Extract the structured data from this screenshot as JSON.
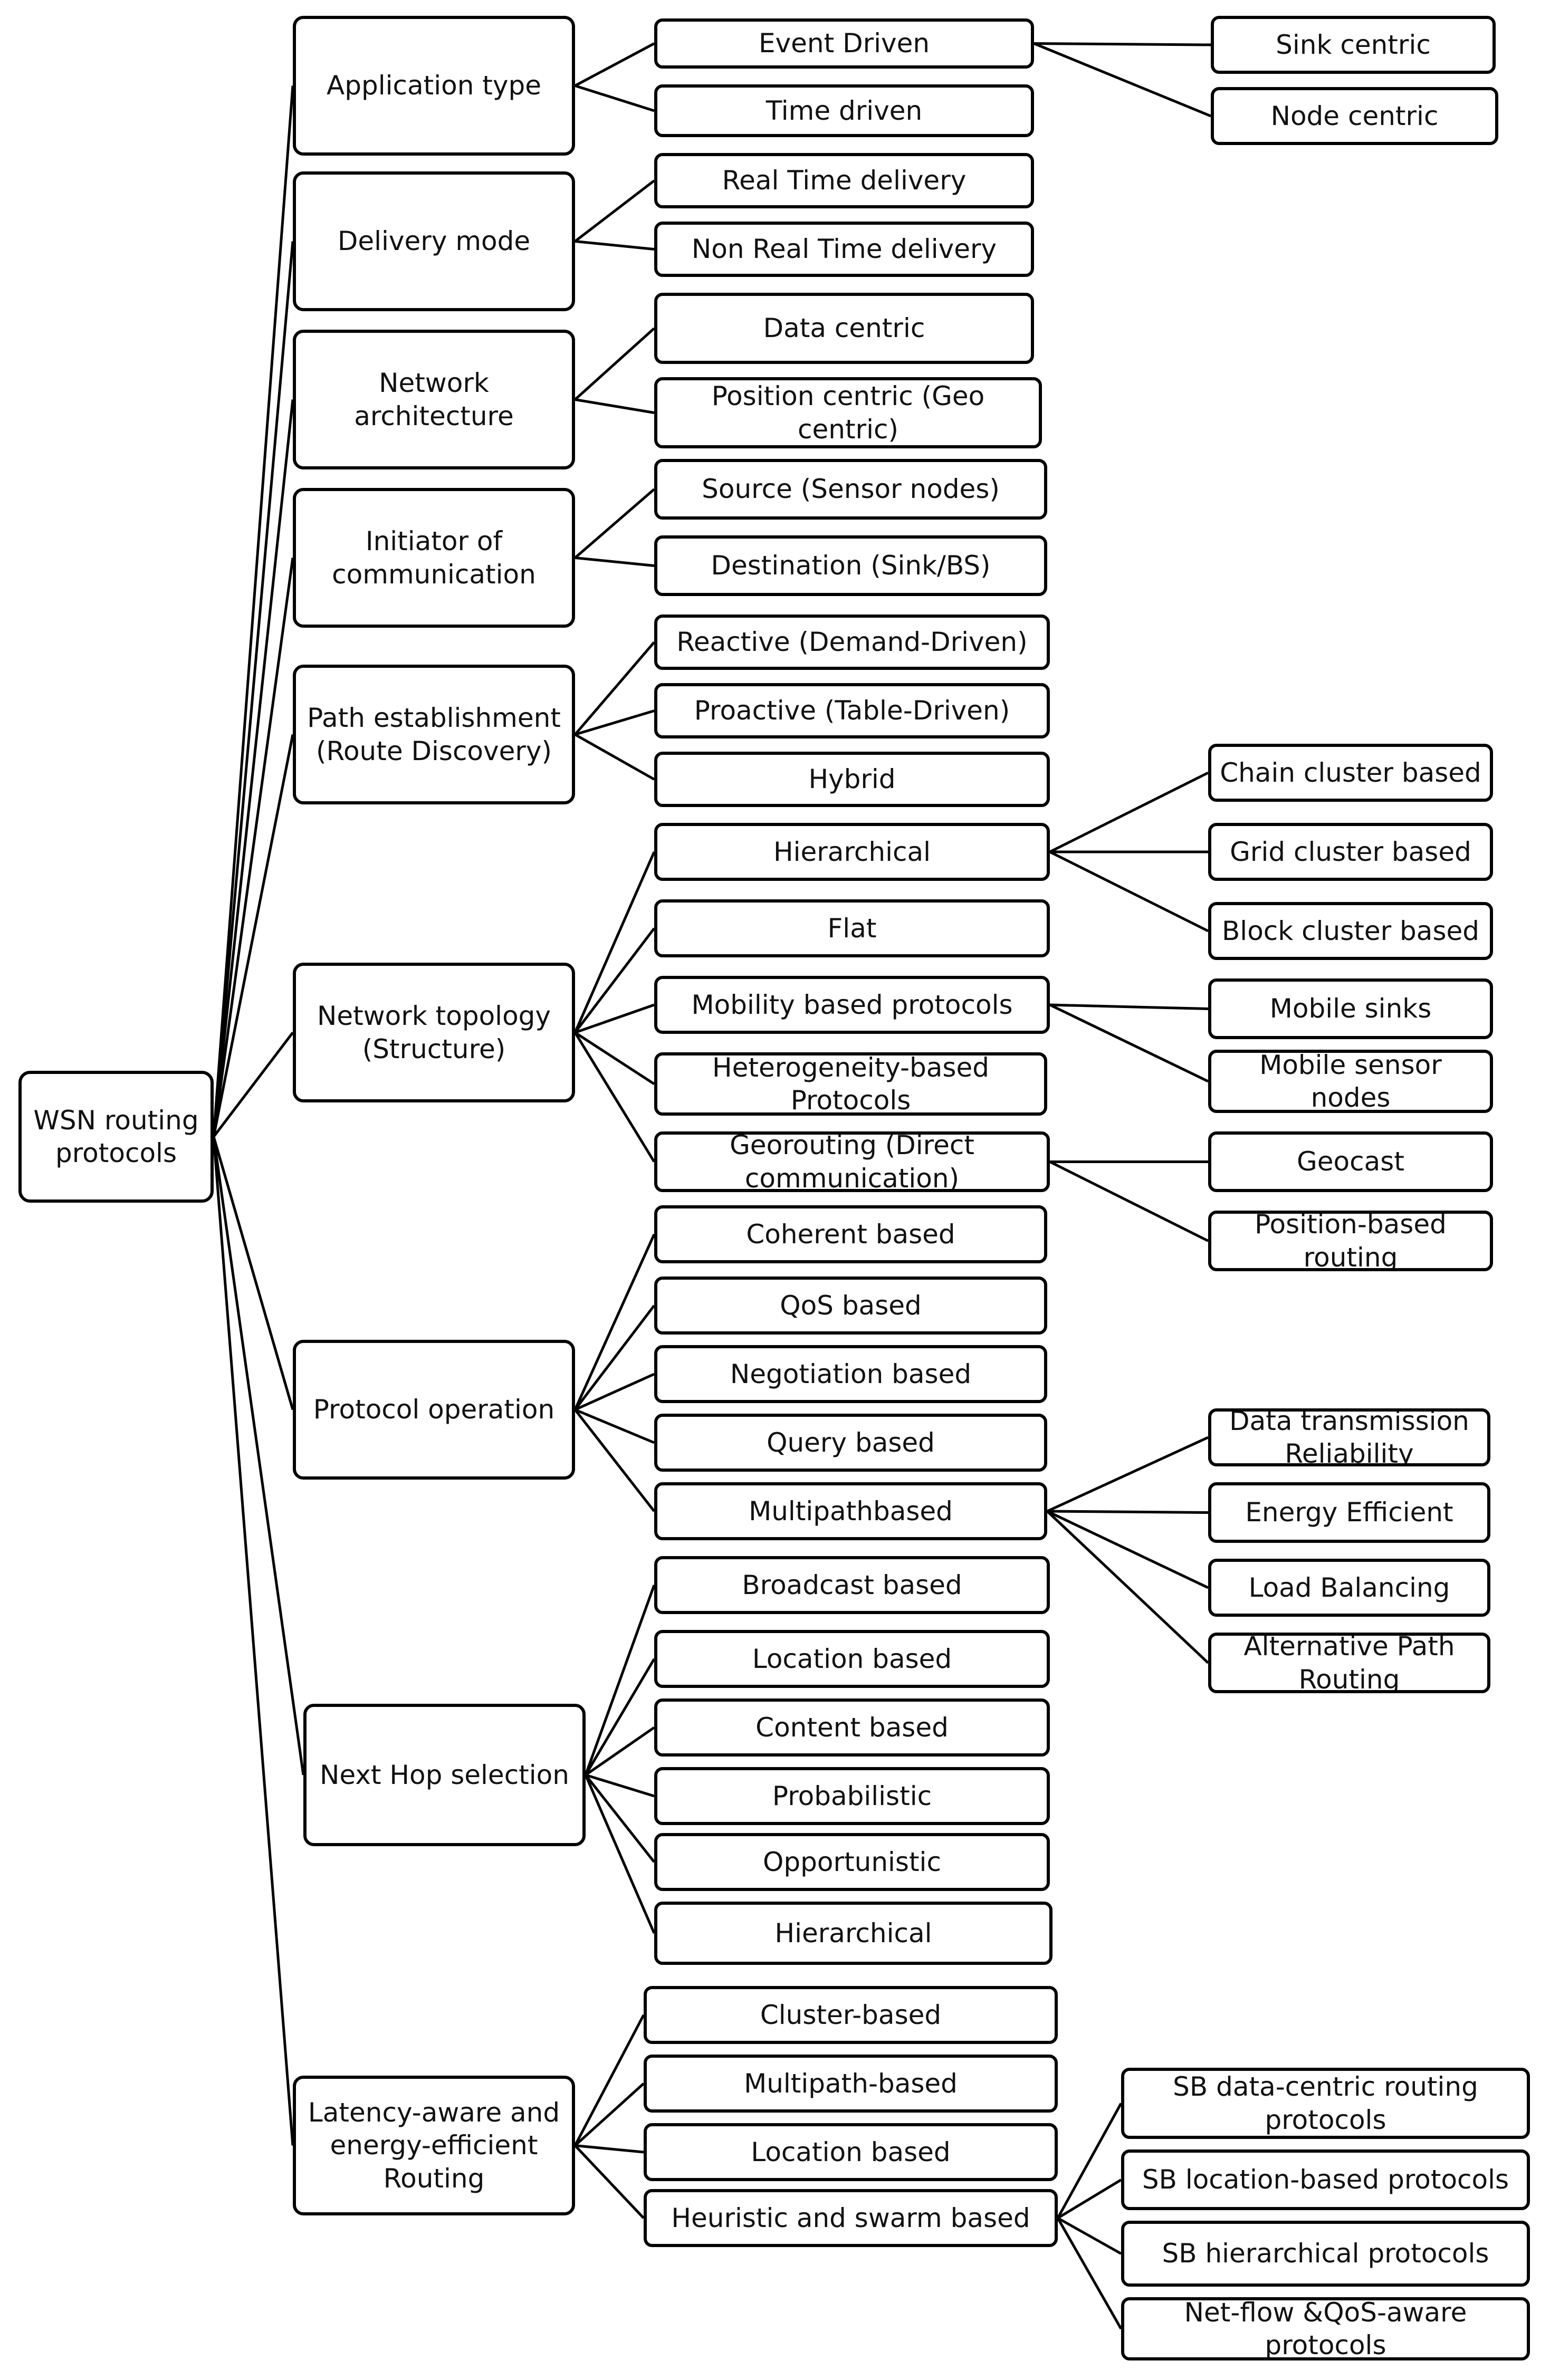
{
  "diagram": {
    "root": {
      "id": "root",
      "label": "WSN routing\nprotocols"
    },
    "categories": [
      {
        "id": "c1",
        "label": "Application type",
        "children": [
          {
            "id": "c1a",
            "label": "Event Driven",
            "children": [
              {
                "id": "c1a1",
                "label": "Sink centric"
              },
              {
                "id": "c1a2",
                "label": "Node centric"
              }
            ]
          },
          {
            "id": "c1b",
            "label": "Time driven"
          }
        ]
      },
      {
        "id": "c2",
        "label": "Delivery mode",
        "children": [
          {
            "id": "c2a",
            "label": "Real Time delivery"
          },
          {
            "id": "c2b",
            "label": "Non Real Time delivery"
          }
        ]
      },
      {
        "id": "c3",
        "label": "Network\narchitecture",
        "children": [
          {
            "id": "c3a",
            "label": "Data centric"
          },
          {
            "id": "c3b",
            "label": "Position centric (Geo centric)"
          }
        ]
      },
      {
        "id": "c4",
        "label": "Initiator of\ncommunication",
        "children": [
          {
            "id": "c4a",
            "label": "Source (Sensor nodes)"
          },
          {
            "id": "c4b",
            "label": "Destination (Sink/BS)"
          }
        ]
      },
      {
        "id": "c5",
        "label": "Path establishment\n(Route Discovery)",
        "children": [
          {
            "id": "c5a",
            "label": "Reactive (Demand-Driven)"
          },
          {
            "id": "c5b",
            "label": "Proactive (Table-Driven)"
          },
          {
            "id": "c5c",
            "label": "Hybrid"
          }
        ]
      },
      {
        "id": "c6",
        "label": "Network topology\n(Structure)",
        "children": [
          {
            "id": "c6a",
            "label": "Hierarchical",
            "children": [
              {
                "id": "c6a1",
                "label": "Chain cluster based"
              },
              {
                "id": "c6a2",
                "label": "Grid cluster based"
              },
              {
                "id": "c6a3",
                "label": "Block cluster based"
              }
            ]
          },
          {
            "id": "c6b",
            "label": "Flat"
          },
          {
            "id": "c6c",
            "label": "Mobility based protocols",
            "children": [
              {
                "id": "c6c1",
                "label": "Mobile sinks"
              },
              {
                "id": "c6c2",
                "label": "Mobile sensor nodes"
              }
            ]
          },
          {
            "id": "c6d",
            "label": "Heterogeneity-based\nProtocols"
          },
          {
            "id": "c6e",
            "label": "Georouting (Direct\ncommunication)",
            "children": [
              {
                "id": "c6e1",
                "label": "Geocast"
              },
              {
                "id": "c6e2",
                "label": "Position-based\nrouting"
              }
            ]
          }
        ]
      },
      {
        "id": "c7",
        "label": "Protocol operation",
        "children": [
          {
            "id": "c7a",
            "label": "Coherent based"
          },
          {
            "id": "c7b",
            "label": "QoS based"
          },
          {
            "id": "c7c",
            "label": "Negotiation based"
          },
          {
            "id": "c7d",
            "label": "Query based"
          },
          {
            "id": "c7e",
            "label": "Multipathbased",
            "children": [
              {
                "id": "c7e1",
                "label": "Data transmission\nReliability"
              },
              {
                "id": "c7e2",
                "label": "Energy Efficient"
              },
              {
                "id": "c7e3",
                "label": "Load Balancing"
              },
              {
                "id": "c7e4",
                "label": "Alternative Path\nRouting"
              }
            ]
          }
        ]
      },
      {
        "id": "c8",
        "label": "Next Hop selection",
        "children": [
          {
            "id": "c8a",
            "label": "Broadcast  based"
          },
          {
            "id": "c8b",
            "label": "Location based"
          },
          {
            "id": "c8c",
            "label": "Content based"
          },
          {
            "id": "c8d",
            "label": "Probabilistic"
          },
          {
            "id": "c8e",
            "label": "Opportunistic"
          },
          {
            "id": "c8f",
            "label": "Hierarchical"
          }
        ]
      },
      {
        "id": "c9",
        "label": "Latency-aware and\nenergy-efficient\nRouting",
        "children": [
          {
            "id": "c9a",
            "label": "Cluster-based"
          },
          {
            "id": "c9b",
            "label": "Multipath-based"
          },
          {
            "id": "c9c",
            "label": "Location based"
          },
          {
            "id": "c9d",
            "label": "Heuristic and swarm based",
            "children": [
              {
                "id": "c9d1",
                "label": "SB data-centric routing\nprotocols"
              },
              {
                "id": "c9d2",
                "label": "SB location-based protocols"
              },
              {
                "id": "c9d3",
                "label": "SB hierarchical protocols"
              },
              {
                "id": "c9d4",
                "label": "Net-flow &QoS-aware\nprotocols"
              }
            ]
          }
        ]
      }
    ]
  }
}
